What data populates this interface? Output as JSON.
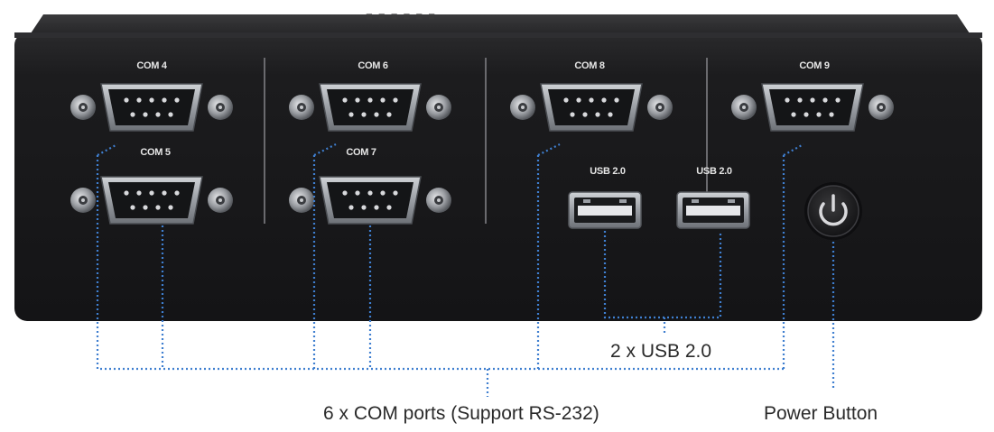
{
  "labels": {
    "com4": "COM 4",
    "com5": "COM 5",
    "com6": "COM 6",
    "com7": "COM 7",
    "com8": "COM 8",
    "com9": "COM 9",
    "usb_a": "USB 2.0",
    "usb_b": "USB 2.0"
  },
  "callouts": {
    "com_ports": "6 x COM ports (Support RS-232)",
    "usb": "2 x USB 2.0",
    "power": "Power Button"
  },
  "colors": {
    "chassis": "#1c1c1e",
    "leader_line": "#3f7fd0",
    "caption": "#2a2a2a",
    "port_label": "#e6e6e6"
  },
  "icons": {
    "power_button": "power-icon",
    "db9": "serial-db9-port",
    "usb": "usb-a-port"
  }
}
